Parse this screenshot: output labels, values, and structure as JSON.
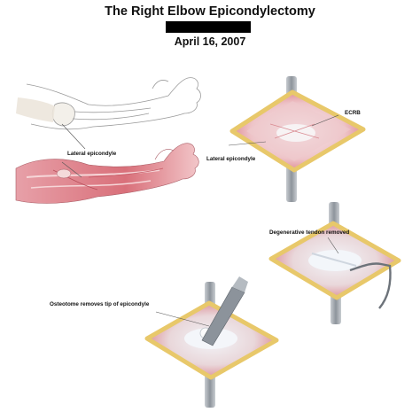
{
  "header": {
    "title": "The Right Elbow Epicondylectomy",
    "date": "April 16, 2007"
  },
  "labels": {
    "lateral_epicondyle_arm": "Lateral epicondyle",
    "lateral_epicondyle_incision": "Lateral epicondyle",
    "ecrb": "ECRB",
    "degenerative_tendon": "Degenerative tendon removed",
    "osteotome": "Osteotome removes tip of epicondyle"
  },
  "colors": {
    "muscle": "#d9707a",
    "muscle_light": "#f0b8bc",
    "fat": "#e8c86a",
    "retractor": "#9aa1a8",
    "wound_base": "#f4e4e6",
    "tendon": "#eef2f7"
  }
}
